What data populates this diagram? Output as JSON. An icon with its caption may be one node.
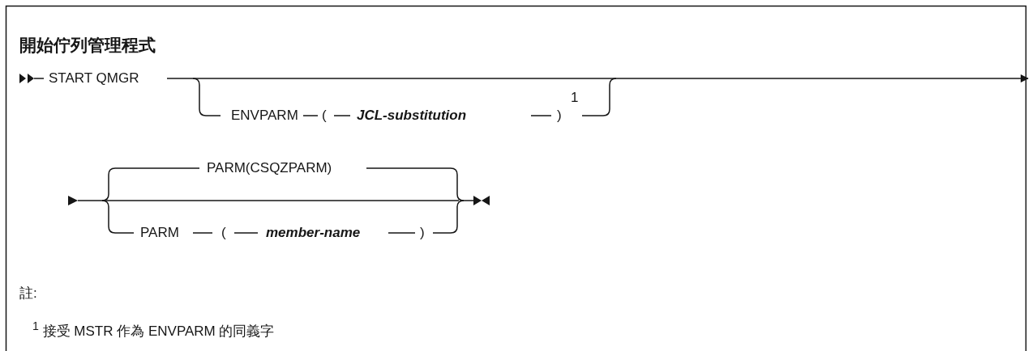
{
  "diagram": {
    "title": "開始佇列管理程式",
    "labels": [
      "START QMGR",
      "ENVPARM",
      "(",
      "JCL-substitution",
      ")",
      "1",
      "PARM(CSQZPARM)",
      "PARM",
      "(",
      "member-name",
      ")",
      "註:",
      "$^{1}$ 接受 MSTR 作為 ENVPARM 的同義字"
    ]
  }
}
